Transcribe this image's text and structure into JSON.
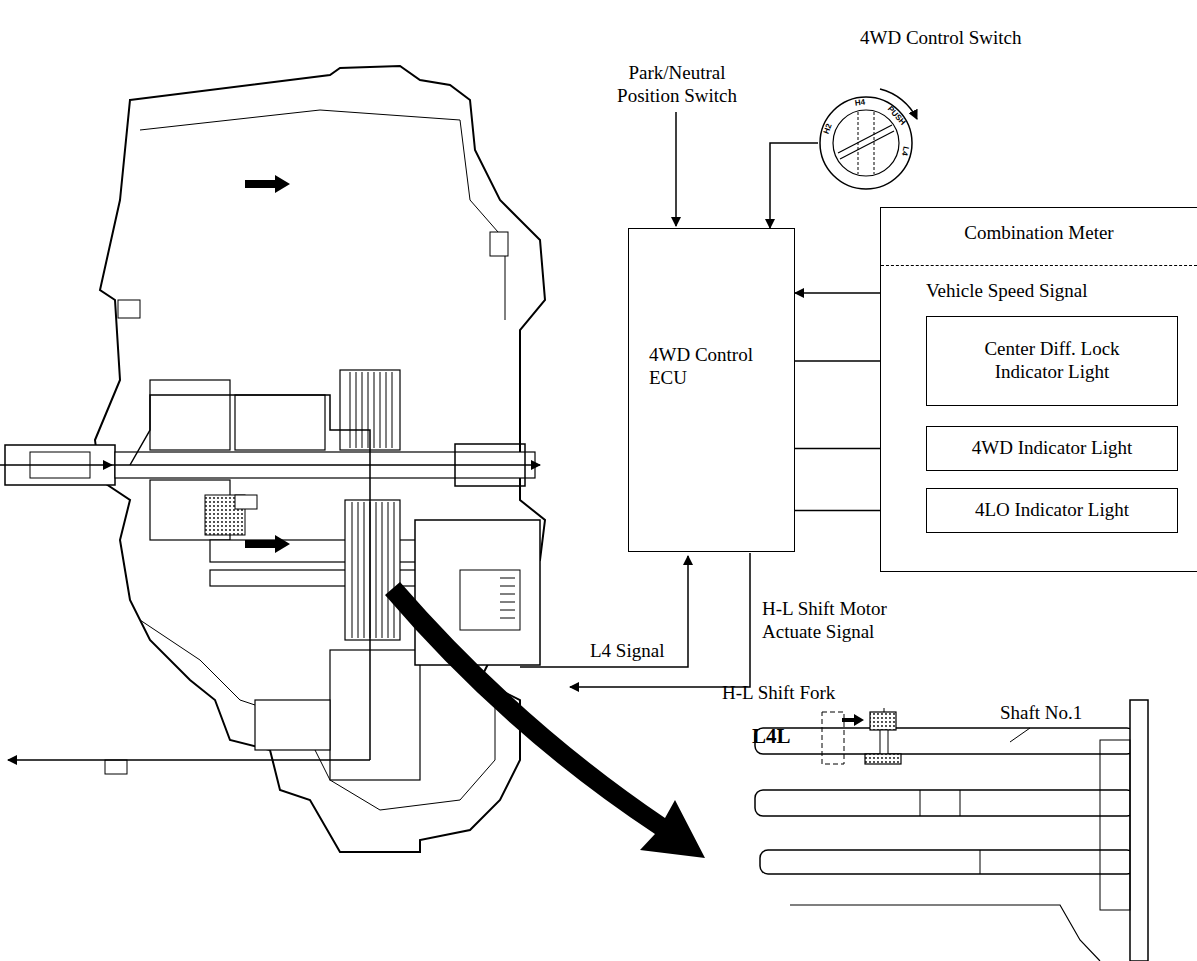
{
  "diagram": {
    "nodes": [
      {
        "text": [
          "4WD Control Switch",
          "H2",
          "H4",
          "PUSH",
          "L4"
        ]
      },
      {
        "text": [
          "4WD Control ECU"
        ]
      },
      {
        "text": [
          "Combination Meter",
          "Vehicle Speed Signal"
        ]
      },
      {
        "text": [
          "Center Diff. Lock Indicator Light"
        ],
        "in": 2
      },
      {
        "text": [
          "4WD Indicator Light"
        ],
        "in": 2
      },
      {
        "text": [
          "4LO Indicator Light"
        ],
        "in": 2
      }
    ],
    "edges": [
      {
        "from": 0,
        "to": 1,
        "arrow": "to"
      },
      {
        "from": 2,
        "to": 1,
        "arrow": "to"
      },
      {
        "from": 1,
        "to": 3,
        "arrow": "to"
      },
      {
        "from": 1,
        "to": 4,
        "arrow": "to"
      },
      {
        "from": 1,
        "to": 5,
        "arrow": "to"
      }
    ],
    "labels": [
      "Park/Neutral Position Switch",
      "L4 Signal",
      "H-L Shift Motor Actuate Signal",
      "H-L Shift Fork",
      "Shaft No.1",
      "L4L"
    ]
  }
}
